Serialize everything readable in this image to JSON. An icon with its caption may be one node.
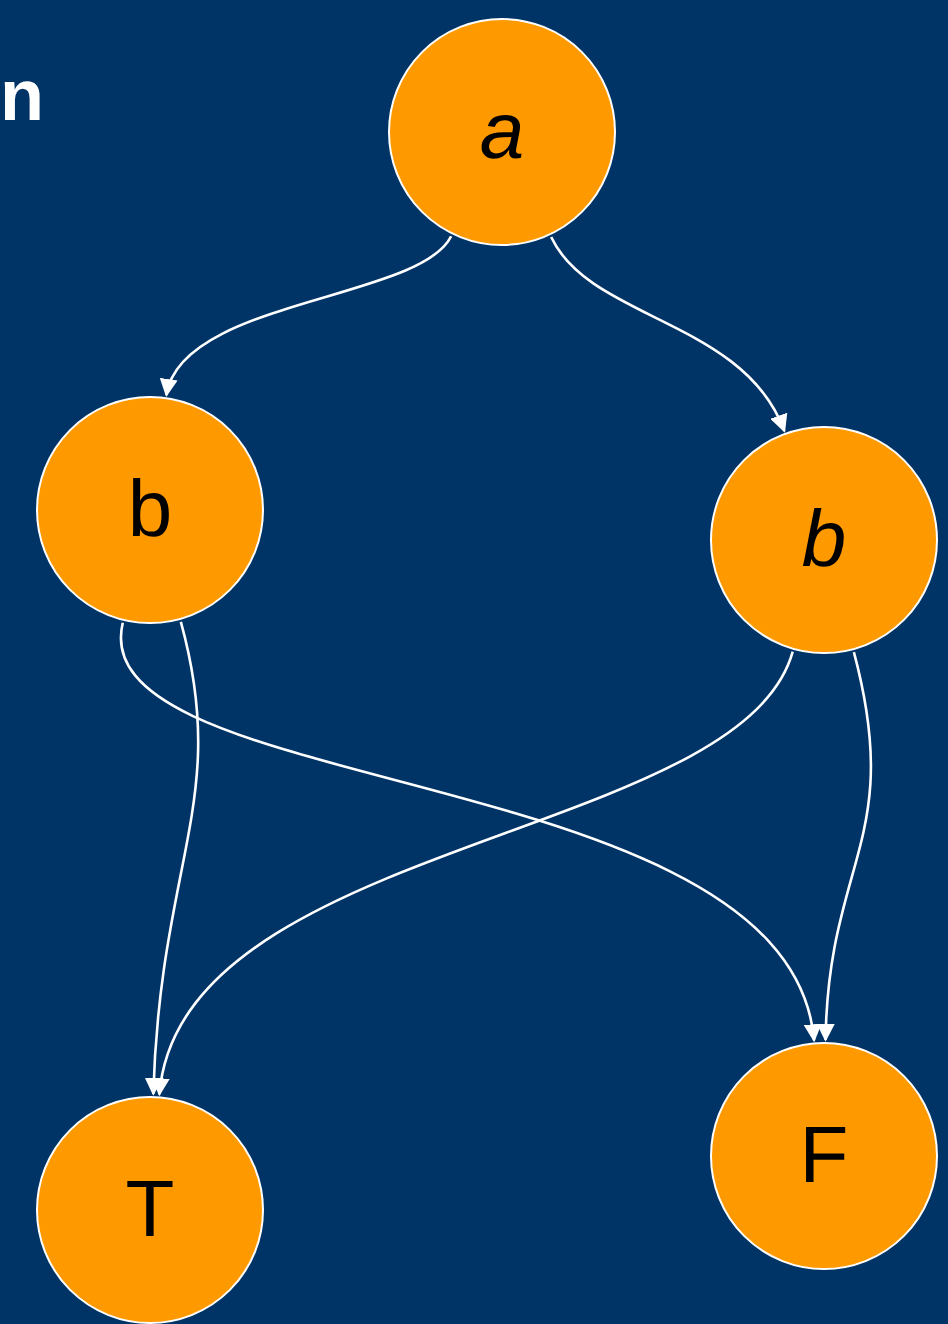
{
  "diagram": {
    "nodes": [
      {
        "text": [
          "a"
        ]
      },
      {
        "text": [
          "b"
        ]
      },
      {
        "text": [
          "b"
        ]
      },
      {
        "text": [
          "T"
        ]
      },
      {
        "text": [
          "F"
        ]
      }
    ],
    "edges": [
      {
        "from": 0,
        "to": 1,
        "arrow": "to"
      },
      {
        "from": 0,
        "to": 2,
        "arrow": "to"
      },
      {
        "from": 1,
        "to": 3,
        "arrow": "to"
      },
      {
        "from": 1,
        "to": 4,
        "arrow": "to"
      },
      {
        "from": 2,
        "to": 3,
        "arrow": "to"
      },
      {
        "from": 2,
        "to": 4,
        "arrow": "to"
      }
    ],
    "labels": [
      "n"
    ]
  }
}
